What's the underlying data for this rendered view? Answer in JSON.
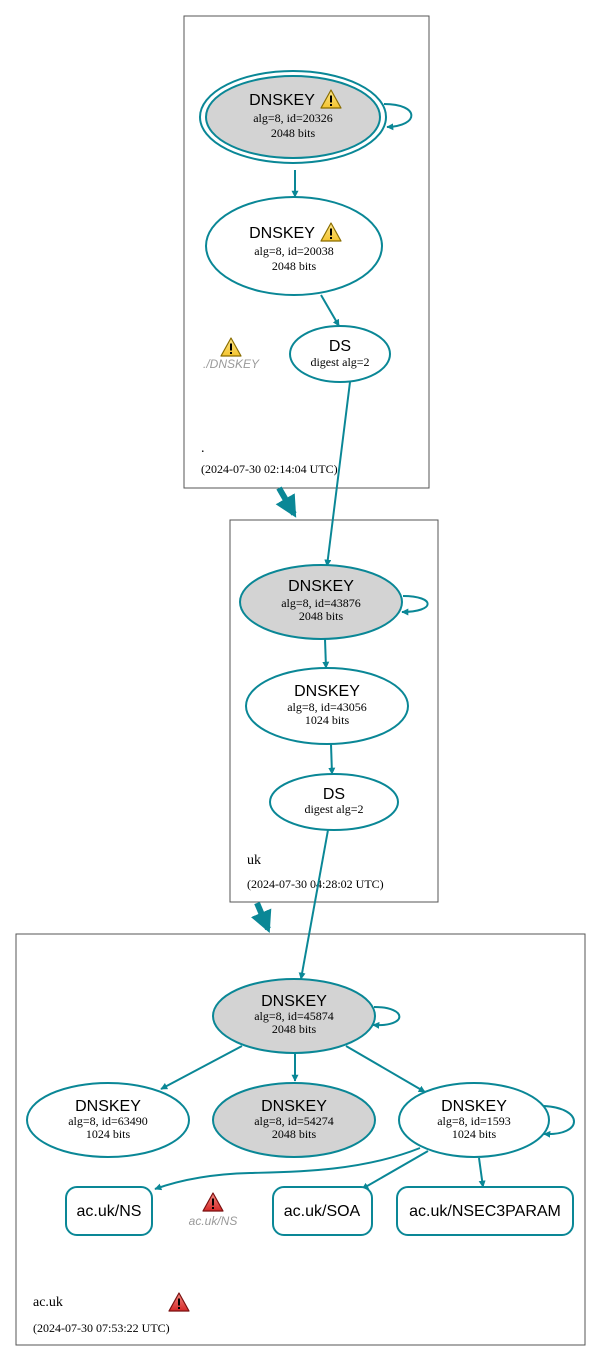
{
  "colors": {
    "accent": "#0a8796",
    "secure_fill": "#d3d3d3",
    "warning_yellow": "#f4c430",
    "error_red": "#d62828"
  },
  "zones": {
    "root": {
      "name": ".",
      "timestamp": "(2024-07-30 02:14:04 UTC)"
    },
    "uk": {
      "name": "uk",
      "timestamp": "(2024-07-30 04:28:02 UTC)"
    },
    "acuk": {
      "name": "ac.uk",
      "timestamp": "(2024-07-30 07:53:22 UTC)"
    }
  },
  "nodes": {
    "root_ksk": {
      "title": "DNSKEY",
      "line1": "alg=8, id=20326",
      "line2": "2048 bits"
    },
    "root_zsk": {
      "title": "DNSKEY",
      "line1": "alg=8, id=20038",
      "line2": "2048 bits"
    },
    "root_ds": {
      "title": "DS",
      "line1": "digest alg=2"
    },
    "root_dnskey_ghost": {
      "label": "./DNSKEY"
    },
    "uk_ksk": {
      "title": "DNSKEY",
      "line1": "alg=8, id=43876",
      "line2": "2048 bits"
    },
    "uk_zsk": {
      "title": "DNSKEY",
      "line1": "alg=8, id=43056",
      "line2": "1024 bits"
    },
    "uk_ds": {
      "title": "DS",
      "line1": "digest alg=2"
    },
    "acuk_ksk": {
      "title": "DNSKEY",
      "line1": "alg=8, id=45874",
      "line2": "2048 bits"
    },
    "acuk_k63490": {
      "title": "DNSKEY",
      "line1": "alg=8, id=63490",
      "line2": "1024 bits"
    },
    "acuk_k54274": {
      "title": "DNSKEY",
      "line1": "alg=8, id=54274",
      "line2": "2048 bits"
    },
    "acuk_k1593": {
      "title": "DNSKEY",
      "line1": "alg=8, id=1593",
      "line2": "1024 bits"
    },
    "acuk_ns": {
      "label": "ac.uk/NS"
    },
    "acuk_ns_ghost": {
      "label": "ac.uk/NS"
    },
    "acuk_soa": {
      "label": "ac.uk/SOA"
    },
    "acuk_nsec3param": {
      "label": "ac.uk/NSEC3PARAM"
    }
  }
}
